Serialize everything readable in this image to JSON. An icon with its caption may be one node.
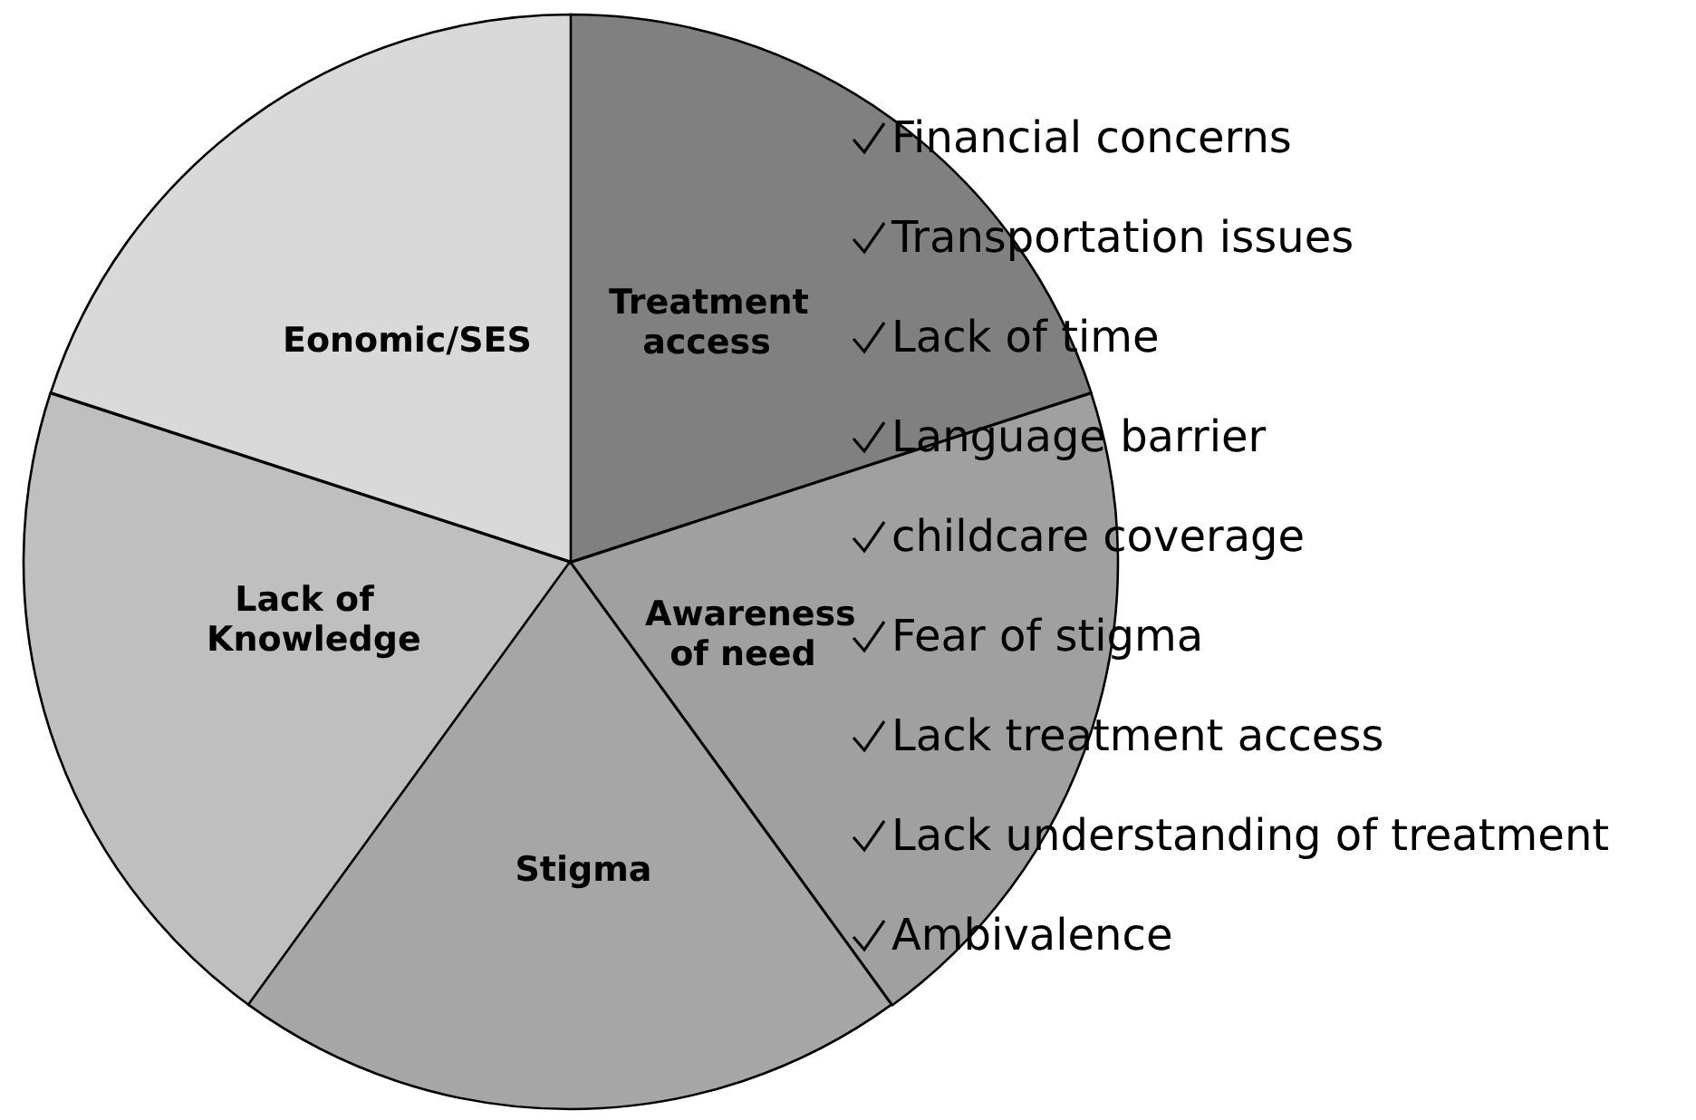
{
  "diagram": {
    "nodes": [
      {
        "text": [
          "Eonomic/SES"
        ]
      },
      {
        "text": [
          "Treatment access"
        ]
      },
      {
        "text": [
          "Lack of Knowledge"
        ]
      },
      {
        "text": [
          "Awareness of need"
        ]
      },
      {
        "text": [
          "Stigma"
        ]
      }
    ],
    "edges": [],
    "labels": [
      "Financial concerns",
      "Transportation issues",
      "Lack of time",
      "Language barrier",
      "childcare coverage",
      "Fear of stigma",
      "Lack treatment access",
      "Lack understanding of treatment",
      "Ambivalence"
    ]
  }
}
